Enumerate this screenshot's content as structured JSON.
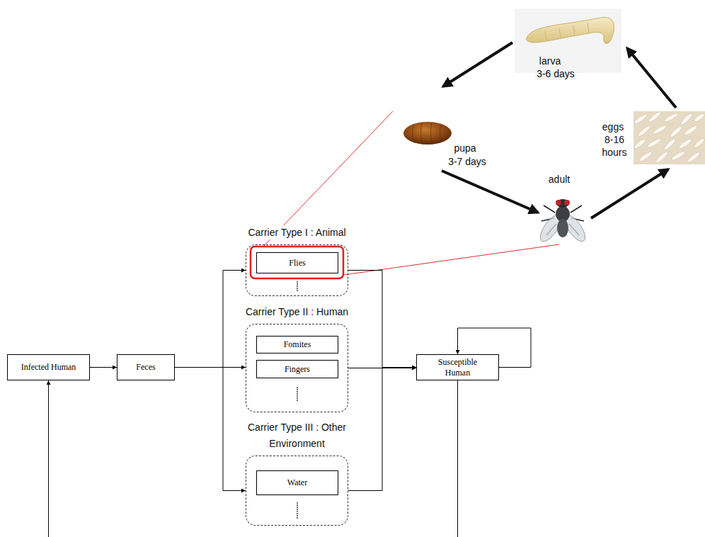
{
  "diagram": {
    "nodes": [
      {
        "text": [
          "Infected Human"
        ]
      },
      {
        "text": [
          "Feces"
        ]
      },
      {
        "text": [
          "Carrier Type I : Animal"
        ]
      },
      {
        "text": [
          "Flies"
        ],
        "in": 2
      },
      {
        "text": [
          "Carrier Type II : Human"
        ]
      },
      {
        "text": [
          "Fomites"
        ],
        "in": 4
      },
      {
        "text": [
          "Fingers"
        ],
        "in": 4
      },
      {
        "text": [
          "Carrier Type III : Other Environment"
        ]
      },
      {
        "text": [
          "Water"
        ],
        "in": 7
      },
      {
        "text": [
          "Susceptible Human"
        ]
      }
    ],
    "edges": [
      {
        "from": 0,
        "to": 1,
        "arrow": "to"
      },
      {
        "from": 1,
        "to": 2,
        "arrow": "to"
      },
      {
        "from": 1,
        "to": 4,
        "arrow": "to"
      },
      {
        "from": 1,
        "to": 7,
        "arrow": "to"
      },
      {
        "from": 2,
        "to": 9,
        "arrow": "to"
      },
      {
        "from": 4,
        "to": 9,
        "arrow": "to"
      },
      {
        "from": 7,
        "to": 9,
        "arrow": "to"
      },
      {
        "from": 9,
        "to": 9,
        "arrow": "to"
      },
      {
        "from": 9,
        "to": 0,
        "arrow": "to"
      }
    ],
    "labels": [
      "larva",
      "3-6 days",
      "eggs",
      "8-16 hours",
      "pupa",
      "3-7 days",
      "adult"
    ]
  }
}
